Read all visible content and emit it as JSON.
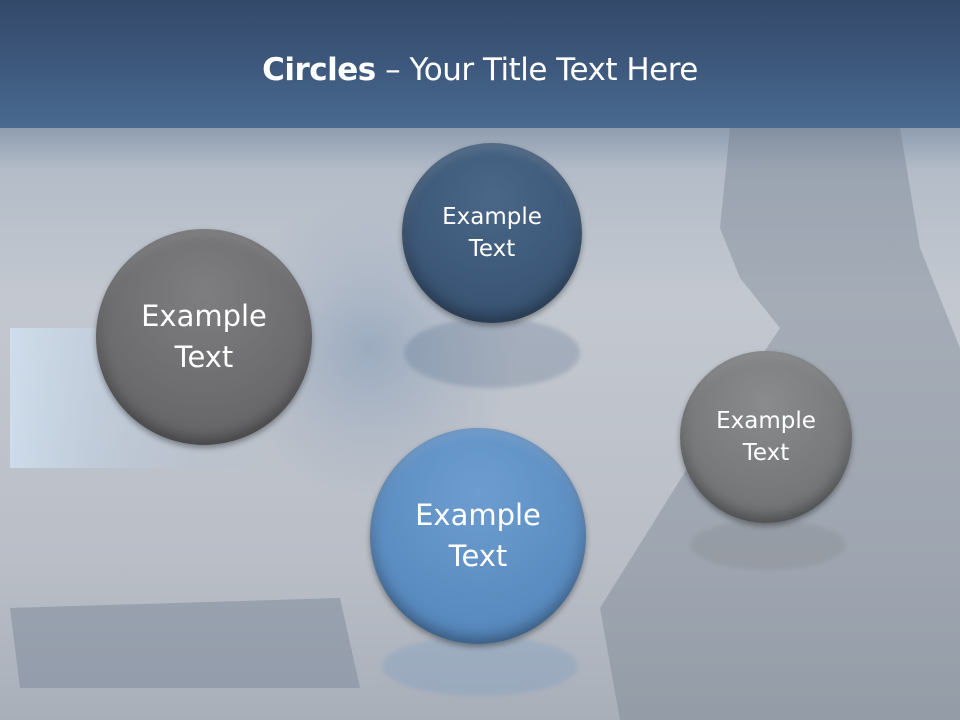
{
  "title": {
    "bold": "Circles",
    "rest": " – Your Title Text Here"
  },
  "circles": [
    {
      "line1": "Example",
      "line2": "Text",
      "color": "#6f6f70"
    },
    {
      "line1": "Example",
      "line2": "Text",
      "color": "#3e5a7c"
    },
    {
      "line1": "Example",
      "line2": "Text",
      "color": "#5e8fc3"
    },
    {
      "line1": "Example",
      "line2": "Text",
      "color": "#7b7c7e"
    }
  ]
}
